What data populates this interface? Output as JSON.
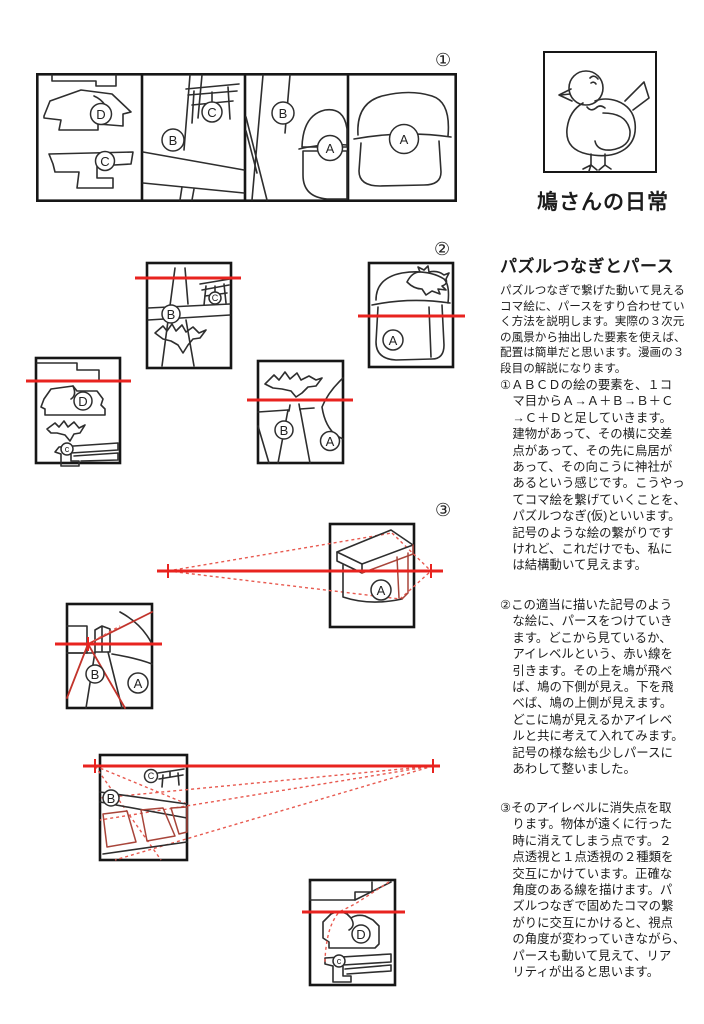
{
  "page": {
    "background": "#ffffff",
    "accent_red": "#e8231f",
    "ink": "#2e2e2e"
  },
  "logo": {
    "title": "鳩さんの日常",
    "icon": "pigeon-doodle-icon"
  },
  "markers": {
    "step1": "①",
    "step2": "②",
    "step3": "③"
  },
  "labels": {
    "a": "A",
    "b": "B",
    "c": "C",
    "d": "D",
    "c_small": "c"
  },
  "article": {
    "heading": "パズルつなぎとパース",
    "intro": "パズルつなぎで繋げた動いて見える\nコマ絵に、パースをすり合わせてい\nく方法を説明します。実際の３次元\nの風景から抽出した要素を使えば、\n配置は簡単だと思います。漫画の３\n段目の解説になります。",
    "step1": "①ＡＢＣＤの絵の要素を、１コ\nマ目からＡ→Ａ＋Ｂ→Ｂ＋Ｃ\n→Ｃ＋Ｄと足していきます。\n建物があって、その横に交差\n点があって、その先に鳥居が\nあって、その向こうに神社が\nあるという感じです。こうやっ\nてコマ絵を繋げていくことを、\nパズルつなぎ(仮)といいます。\n記号のような絵の繋がりです\nけれど、これだけでも、私に\nは結構動いて見えます。",
    "step2": "②この適当に描いた記号のよう\nな絵に、パースをつけていき\nます。どこから見ているか、\nアイレベルという、赤い線を\n引きます。その上を鳩が飛べ\nば、鳩の下側が見え。下を飛\nべば、鳩の上側が見えます。\nどこに鳩が見えるかアイレベ\nルと共に考えて入れてみます。\n記号の様な絵も少しパースに\nあわして整いました。",
    "step3": "③そのアイレベルに消失点を取\nります。物体が遠くに行った\n時に消えてしまう点です。２\n点透視と１点透視の２種類を\n交互にかけています。正確な\n角度のある線を描けます。パ\nズルつなぎで固めたコマの繋\nがりに交互にかけると、視点\nの角度が変わっていきながら、\nパースも動いて見えて、リア\nリティが出ると思います。"
  }
}
